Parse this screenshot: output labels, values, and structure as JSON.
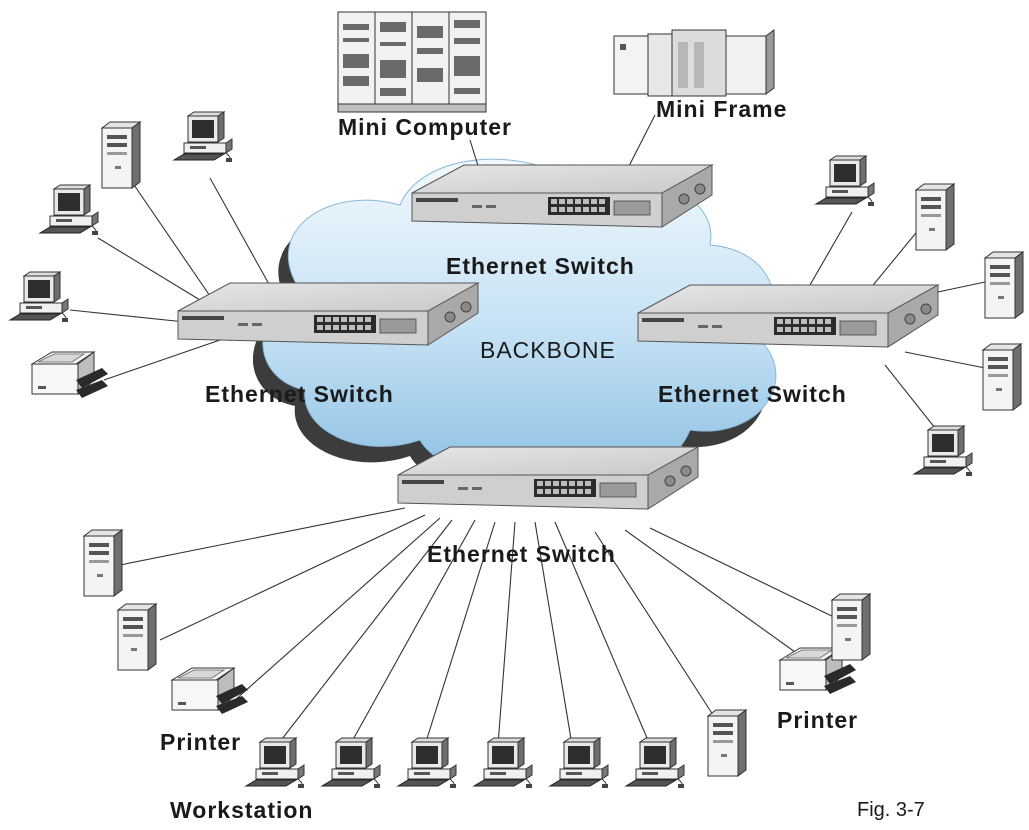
{
  "labels": {
    "mini_computer": "Mini Computer",
    "mini_frame": "Mini Frame",
    "backbone": "BACKBONE",
    "switch_top": "Ethernet Switch",
    "switch_left": "Ethernet Switch",
    "switch_right": "Ethernet Switch",
    "switch_bottom": "Ethernet Switch",
    "printer_bottom_left": "Printer",
    "printer_bottom_right": "Printer",
    "workstation": "Workstation",
    "figure_caption": "Fig. 3-7"
  },
  "icons": {
    "cloud": "backbone-cloud",
    "switch": "ethernet-switch-icon",
    "tower": "tower-pc-icon",
    "workstation": "workstation-icon",
    "printer": "printer-icon",
    "mainframe": "mainframe-icon"
  },
  "colors": {
    "cloud_light": "#e6f3fb",
    "cloud_dark": "#9fcbe8",
    "cloud_shadow": "#3b3b3b",
    "switch_body": "#d9d9d9",
    "switch_port": "#2b2b2b"
  }
}
